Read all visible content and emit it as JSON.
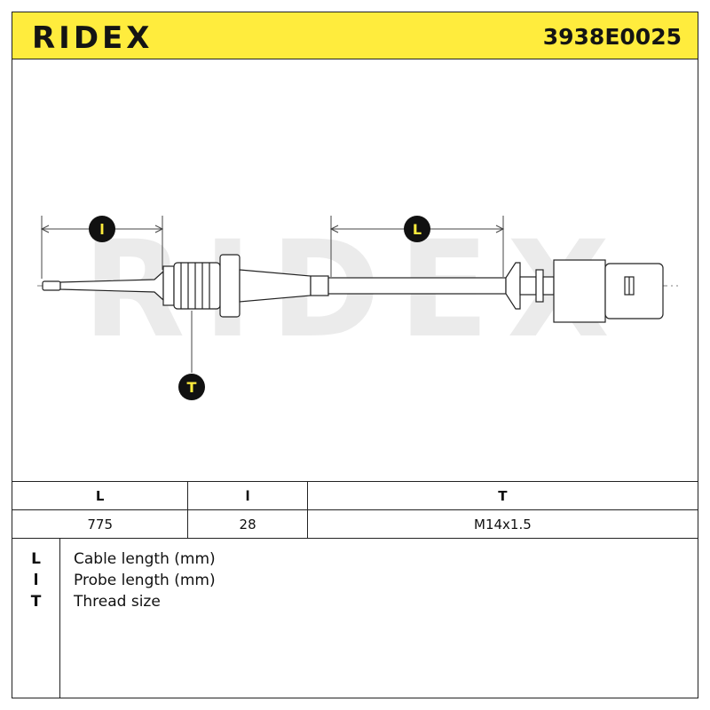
{
  "header": {
    "brand": "RIDEX",
    "part_number": "3938E0025",
    "accent_color": "#ffec3d"
  },
  "drawing": {
    "watermark": "RIDEX",
    "callouts": {
      "probe": "l",
      "cable": "L",
      "thread": "T"
    }
  },
  "dimensions_table": {
    "headers": [
      "L",
      "l",
      "T"
    ],
    "values": [
      "775",
      "28",
      "M14x1.5"
    ]
  },
  "legend": [
    {
      "key": "L",
      "desc": "Cable length (mm)"
    },
    {
      "key": "l",
      "desc": "Probe length (mm)"
    },
    {
      "key": "T",
      "desc": "Thread size"
    }
  ]
}
